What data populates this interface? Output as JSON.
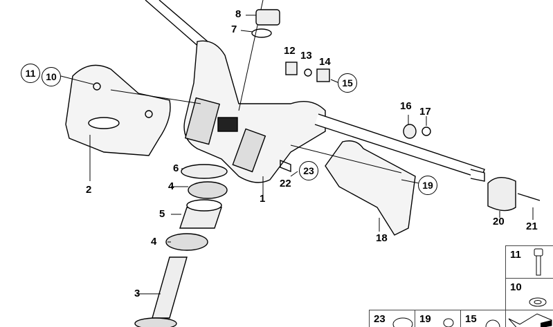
{
  "callouts": {
    "p1": "1",
    "p2": "2",
    "p3": "3",
    "p4a": "4",
    "p4b": "4",
    "p5": "5",
    "p6": "6",
    "p7": "7",
    "p8": "8",
    "p10": "10",
    "p11": "11",
    "p12": "12",
    "p13": "13",
    "p14": "14",
    "p15": "15",
    "p16": "16",
    "p17": "17",
    "p18": "18",
    "p19": "19",
    "p20": "20",
    "p21": "21",
    "p22": "22",
    "p23": "23"
  },
  "legend": {
    "l11": "11",
    "l10": "10",
    "l23": "23",
    "l19": "19",
    "l15": "15"
  }
}
